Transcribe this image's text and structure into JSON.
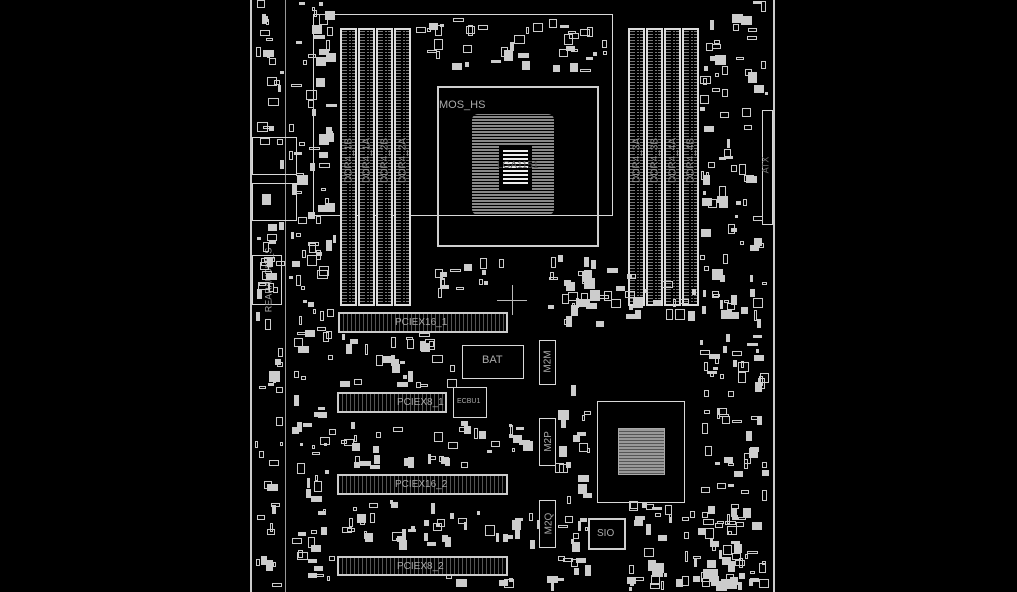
{
  "board": {
    "cpu_heatsink_label": "MOS_HS",
    "socket_label": "LGA1151",
    "dimms_left": [
      "DDR4_1B",
      "DDR4_1A",
      "DDR4_2B",
      "DDR4_2A"
    ],
    "dimms_right": [
      "DDR4_3A",
      "DDR4_3B",
      "DDR4_4A",
      "DDR4_4B"
    ],
    "atx_label": "ATX",
    "audio_label": "REARAUDIO_S",
    "slots": [
      "PCIEX16_1",
      "PCIEX8_1",
      "PCIEX16_2",
      "PCIEX8_2"
    ],
    "battery_label": "BAT",
    "ecbu_label": "ECBU1",
    "m2_labels": [
      "M2M",
      "M2P",
      "M2Q"
    ],
    "sio_label": "SIO"
  },
  "colors": {
    "background": "#000000",
    "outline": "#d8d8d8",
    "text": "#aaaaaa"
  }
}
